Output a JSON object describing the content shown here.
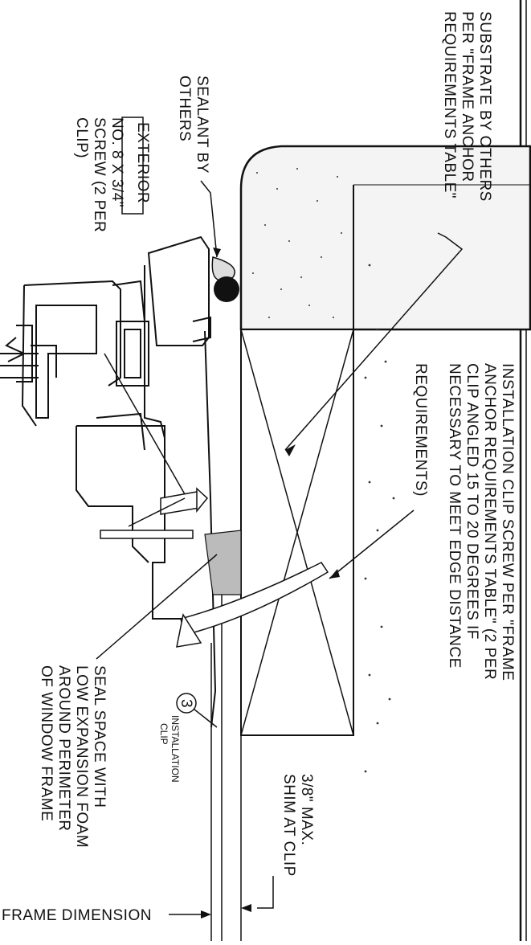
{
  "labels": {
    "substrate": [
      "SUBSTRATE BY OTHERS",
      "PER \"FRAME ANCHOR",
      "REQUIREMENTS TABLE\""
    ],
    "sealant": [
      "SEALANT BY",
      "OTHERS"
    ],
    "exterior": "EXTERIOR",
    "screw": [
      "NO. 8 X 3/4\"",
      "SCREW (2 PER",
      "CLIP)"
    ],
    "clip_screw": [
      "INSTALLATION CLIP SCREW PER \"FRAME",
      "ANCHOR REQUIREMENTS TABLE\" (2 PER",
      "CLIP ANGLED 15 TO 20 DEGREES IF",
      "NECESSARY TO MEET EDGE DISTANCE",
      "REQUIREMENTS)"
    ],
    "seal_space": [
      "SEAL SPACE WITH",
      "LOW EXPANSION FOAM",
      "AROUND PERIMETER",
      "OF WINDOW FRAME"
    ],
    "shim": [
      "3/8\" MAX.",
      "SHIM AT CLIP"
    ],
    "detail_number": "3",
    "detail_caption": [
      "INSTALLATION",
      "CLIP"
    ],
    "frame_dimension": "FRAME DIMENSION"
  }
}
